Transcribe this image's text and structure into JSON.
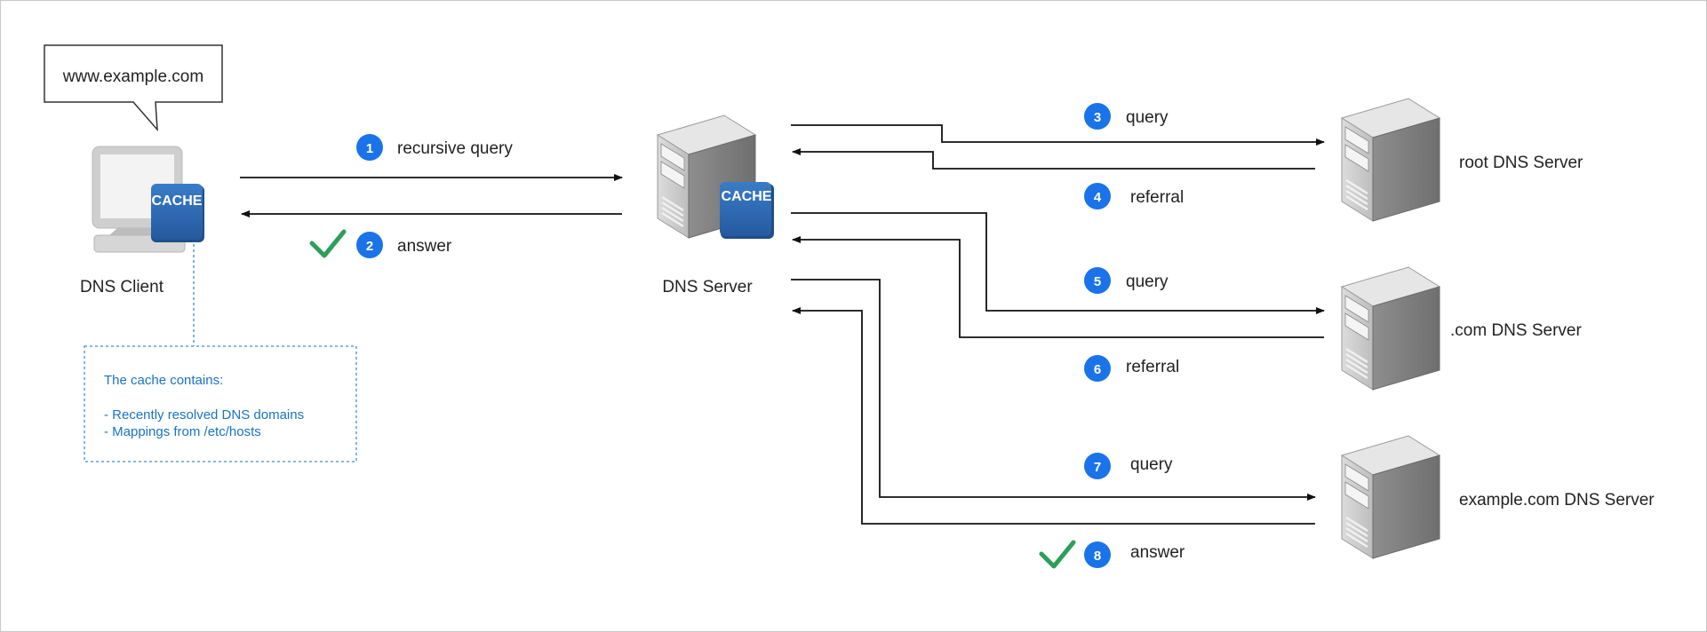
{
  "client": {
    "label": "DNS Client",
    "speech": "www.example.com",
    "cache_label": "CACHE"
  },
  "resolver": {
    "label": "DNS Server",
    "cache_label": "CACHE"
  },
  "servers": [
    {
      "label": "root DNS Server"
    },
    {
      "label": ".com DNS Server"
    },
    {
      "label": "example.com DNS Server"
    }
  ],
  "note": {
    "title": "The cache contains:",
    "line1": "- Recently resolved DNS domains",
    "line2": "- Mappings from /etc/hosts"
  },
  "steps": [
    {
      "num": "1",
      "label": "recursive query"
    },
    {
      "num": "2",
      "label": "answer"
    },
    {
      "num": "3",
      "label": "query"
    },
    {
      "num": "4",
      "label": "referral"
    },
    {
      "num": "5",
      "label": "query"
    },
    {
      "num": "6",
      "label": "referral"
    },
    {
      "num": "7",
      "label": "query"
    },
    {
      "num": "8",
      "label": "answer"
    }
  ],
  "colors": {
    "badge": "#1a73e8",
    "check": "#2e9e5b",
    "cache": "#2f6db5",
    "note_border": "#3a8fd6",
    "line": "#111111"
  }
}
